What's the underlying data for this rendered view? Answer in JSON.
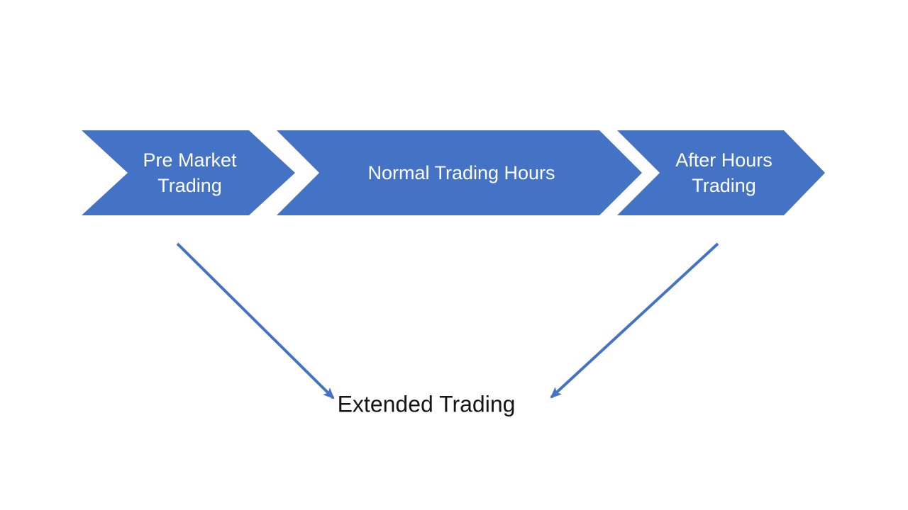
{
  "diagram": {
    "title_hint": "Stock market trading sessions flow",
    "colors": {
      "accent": "#4472C4",
      "shape_text": "#ffffff",
      "result_text": "#151515",
      "background": "#ffffff"
    },
    "chevrons": [
      {
        "id": "pre-market-trading",
        "line1": "Pre Market",
        "line2": "Trading"
      },
      {
        "id": "normal-trading-hours",
        "line1": "Normal Trading Hours",
        "line2": ""
      },
      {
        "id": "after-hours-trading",
        "line1": "After Hours",
        "line2": "Trading"
      }
    ],
    "result_label": "Extended Trading"
  }
}
